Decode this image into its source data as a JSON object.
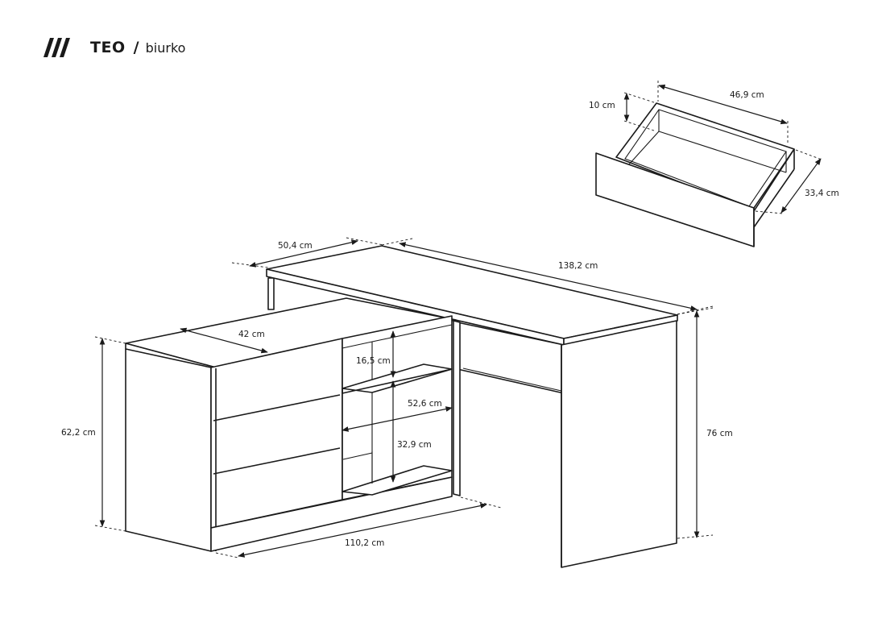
{
  "header": {
    "name": "TEO",
    "separator": "/",
    "subtitle": "biurko"
  },
  "dimensions": {
    "drawer_width": "46,9 cm",
    "drawer_height": "10 cm",
    "drawer_depth": "33,4 cm",
    "top_return_depth": "50,4 cm",
    "top_length": "138,2 cm",
    "cabinet_depth": "42 cm",
    "shelf_gap_upper": "16,5 cm",
    "shelf_width": "52,6 cm",
    "shelf_gap_lower": "32,9 cm",
    "cabinet_height": "62,2 cm",
    "desk_height": "76 cm",
    "cabinet_length": "110,2 cm"
  }
}
